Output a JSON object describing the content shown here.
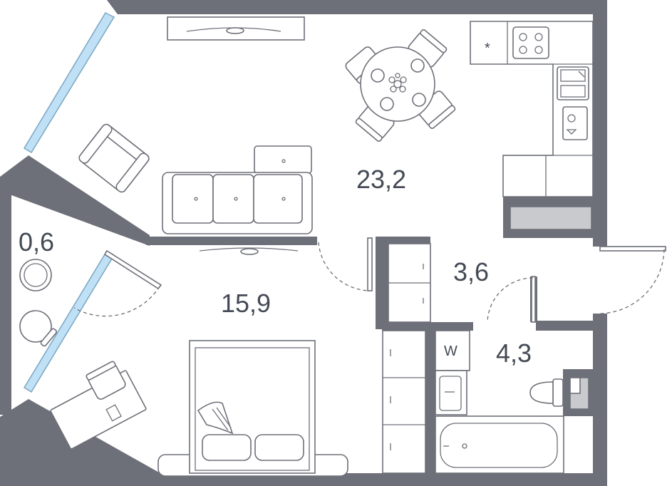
{
  "rooms": {
    "living": {
      "area": "23,2"
    },
    "bedroom": {
      "area": "15,9"
    },
    "balcony": {
      "area": "0,6"
    },
    "hall": {
      "area": "3,6"
    },
    "bathroom": {
      "area": "4,3"
    }
  },
  "appliances": {
    "washer_label": "W",
    "fridge_mark": "*"
  },
  "colors": {
    "wall": "#6e7079",
    "window": "#bfe0f5",
    "text": "#444a55"
  }
}
